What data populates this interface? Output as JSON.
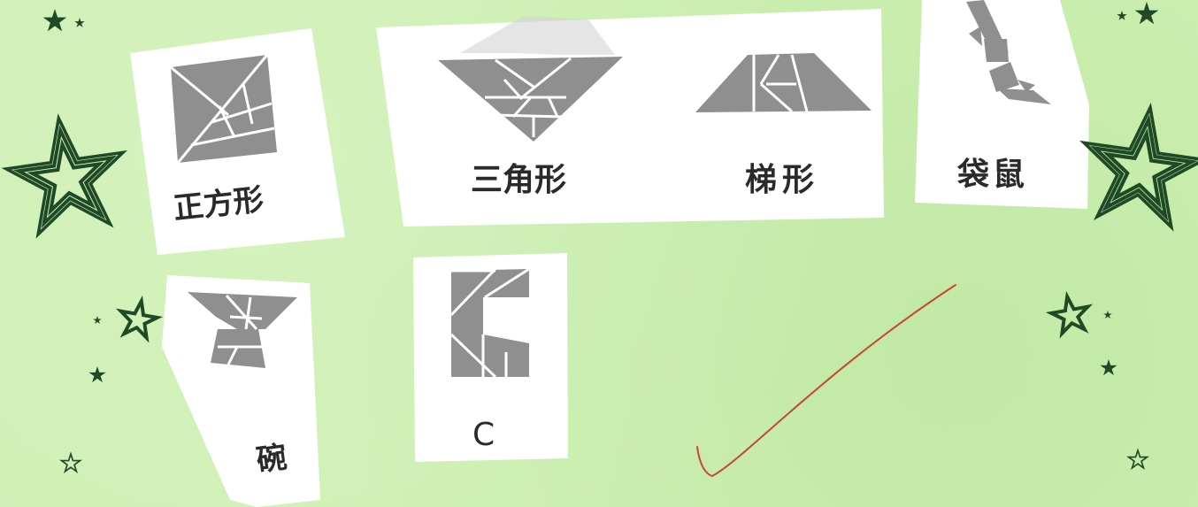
{
  "labels": {
    "square": "正方形",
    "triangle": "三角形",
    "trapezoid": "梯形",
    "kangaroo": "袋鼠",
    "bowl": "碗",
    "letter_c": "C"
  },
  "colors": {
    "background": "#cdf0b2",
    "paper": "#ffffff",
    "tangram_gray": "#8f8f8f",
    "star_dark": "#1f4a25",
    "pen_red": "#c8472e"
  }
}
